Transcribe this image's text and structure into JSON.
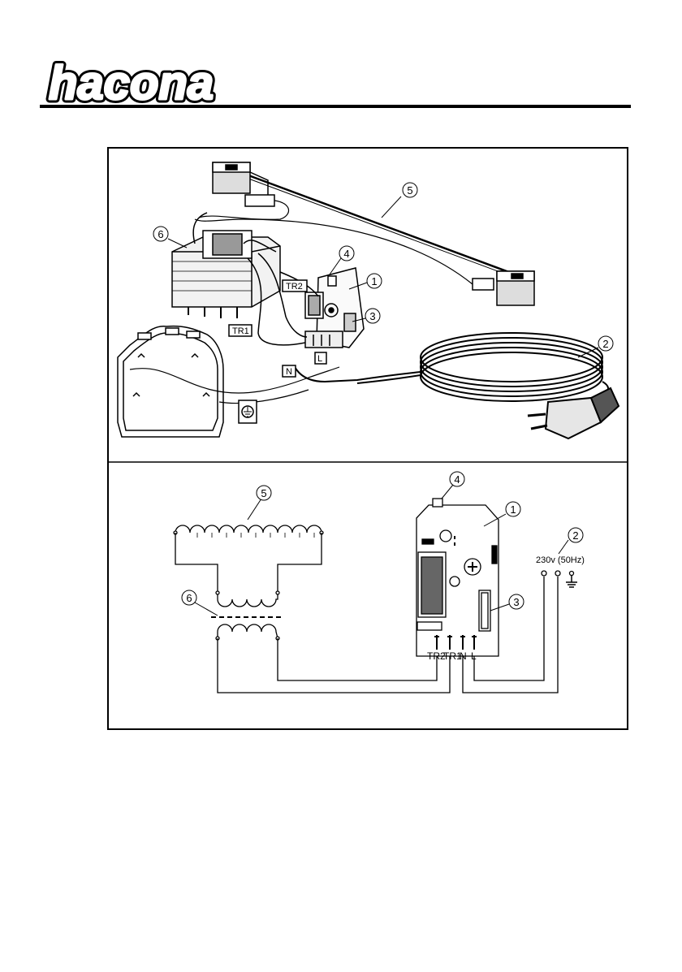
{
  "brand": {
    "name": "hacona"
  },
  "illustration": {
    "callouts": {
      "c1": "1",
      "c2": "2",
      "c3": "3",
      "c4": "4",
      "c5": "5",
      "c6": "6"
    },
    "wire_tags": {
      "tr2": "TR2",
      "tr1": "TR1",
      "n": "N",
      "l": "L"
    }
  },
  "schematic": {
    "callouts": {
      "c1": "1",
      "c2": "2",
      "c3": "3",
      "c4": "4",
      "c5": "5",
      "c6": "6"
    },
    "terminals": {
      "tr2": "TR2",
      "tr1": "TR1",
      "n": "N",
      "l": "L"
    },
    "supply": "230v (50Hz)"
  }
}
